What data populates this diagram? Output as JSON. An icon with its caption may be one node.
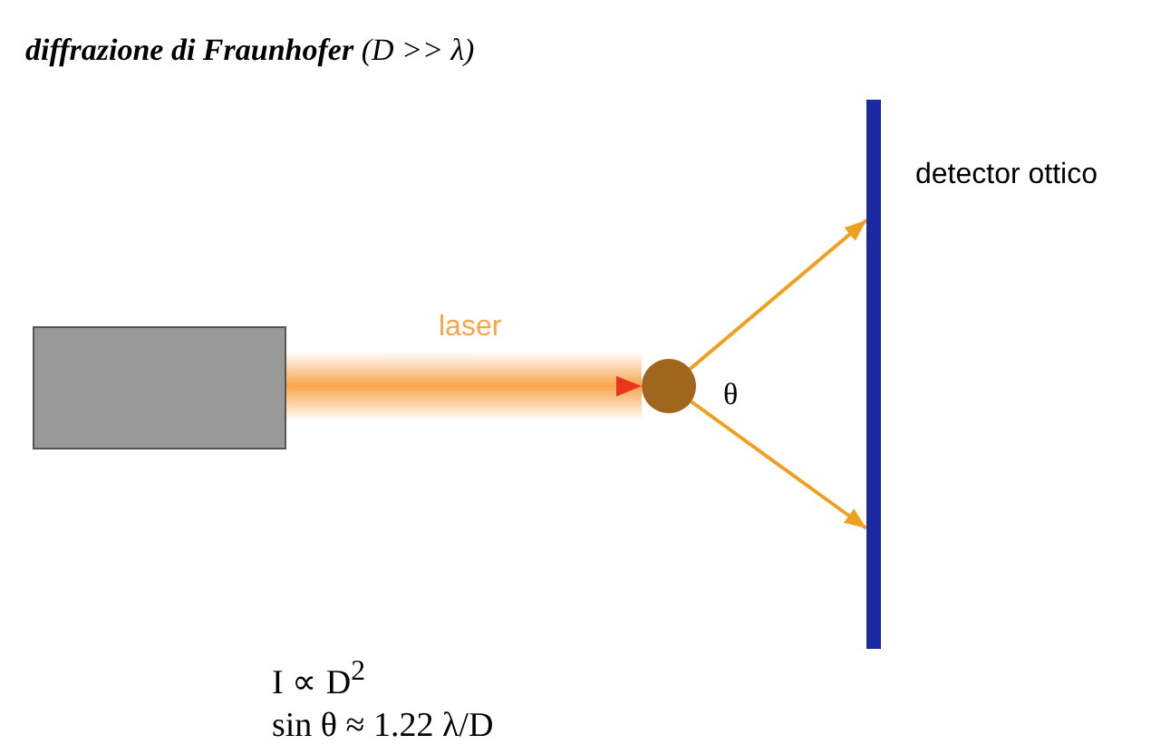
{
  "diagram": {
    "title": "**diffrazione di Fraunhofer** (D >> λ)",
    "nodes": [
      {
        "text": [],
        "shape": "box"
      },
      {
        "text": [],
        "shape": "circle"
      },
      {
        "text": [],
        "shape": "bar",
        "beside": [
          "detector ottico"
        ]
      }
    ],
    "edges": [
      {
        "from": 0,
        "to": 1,
        "arrow": "to",
        "label": "laser",
        "style": "thick",
        "color": "#f9a54a"
      },
      {
        "from": 1,
        "to": 2,
        "arrow": "to"
      },
      {
        "from": 1,
        "to": 2,
        "arrow": "to"
      }
    ],
    "labels": [
      "θ",
      "I ∝ D$^{2}$",
      "sin θ ≈ 1.22 λ/D"
    ]
  }
}
